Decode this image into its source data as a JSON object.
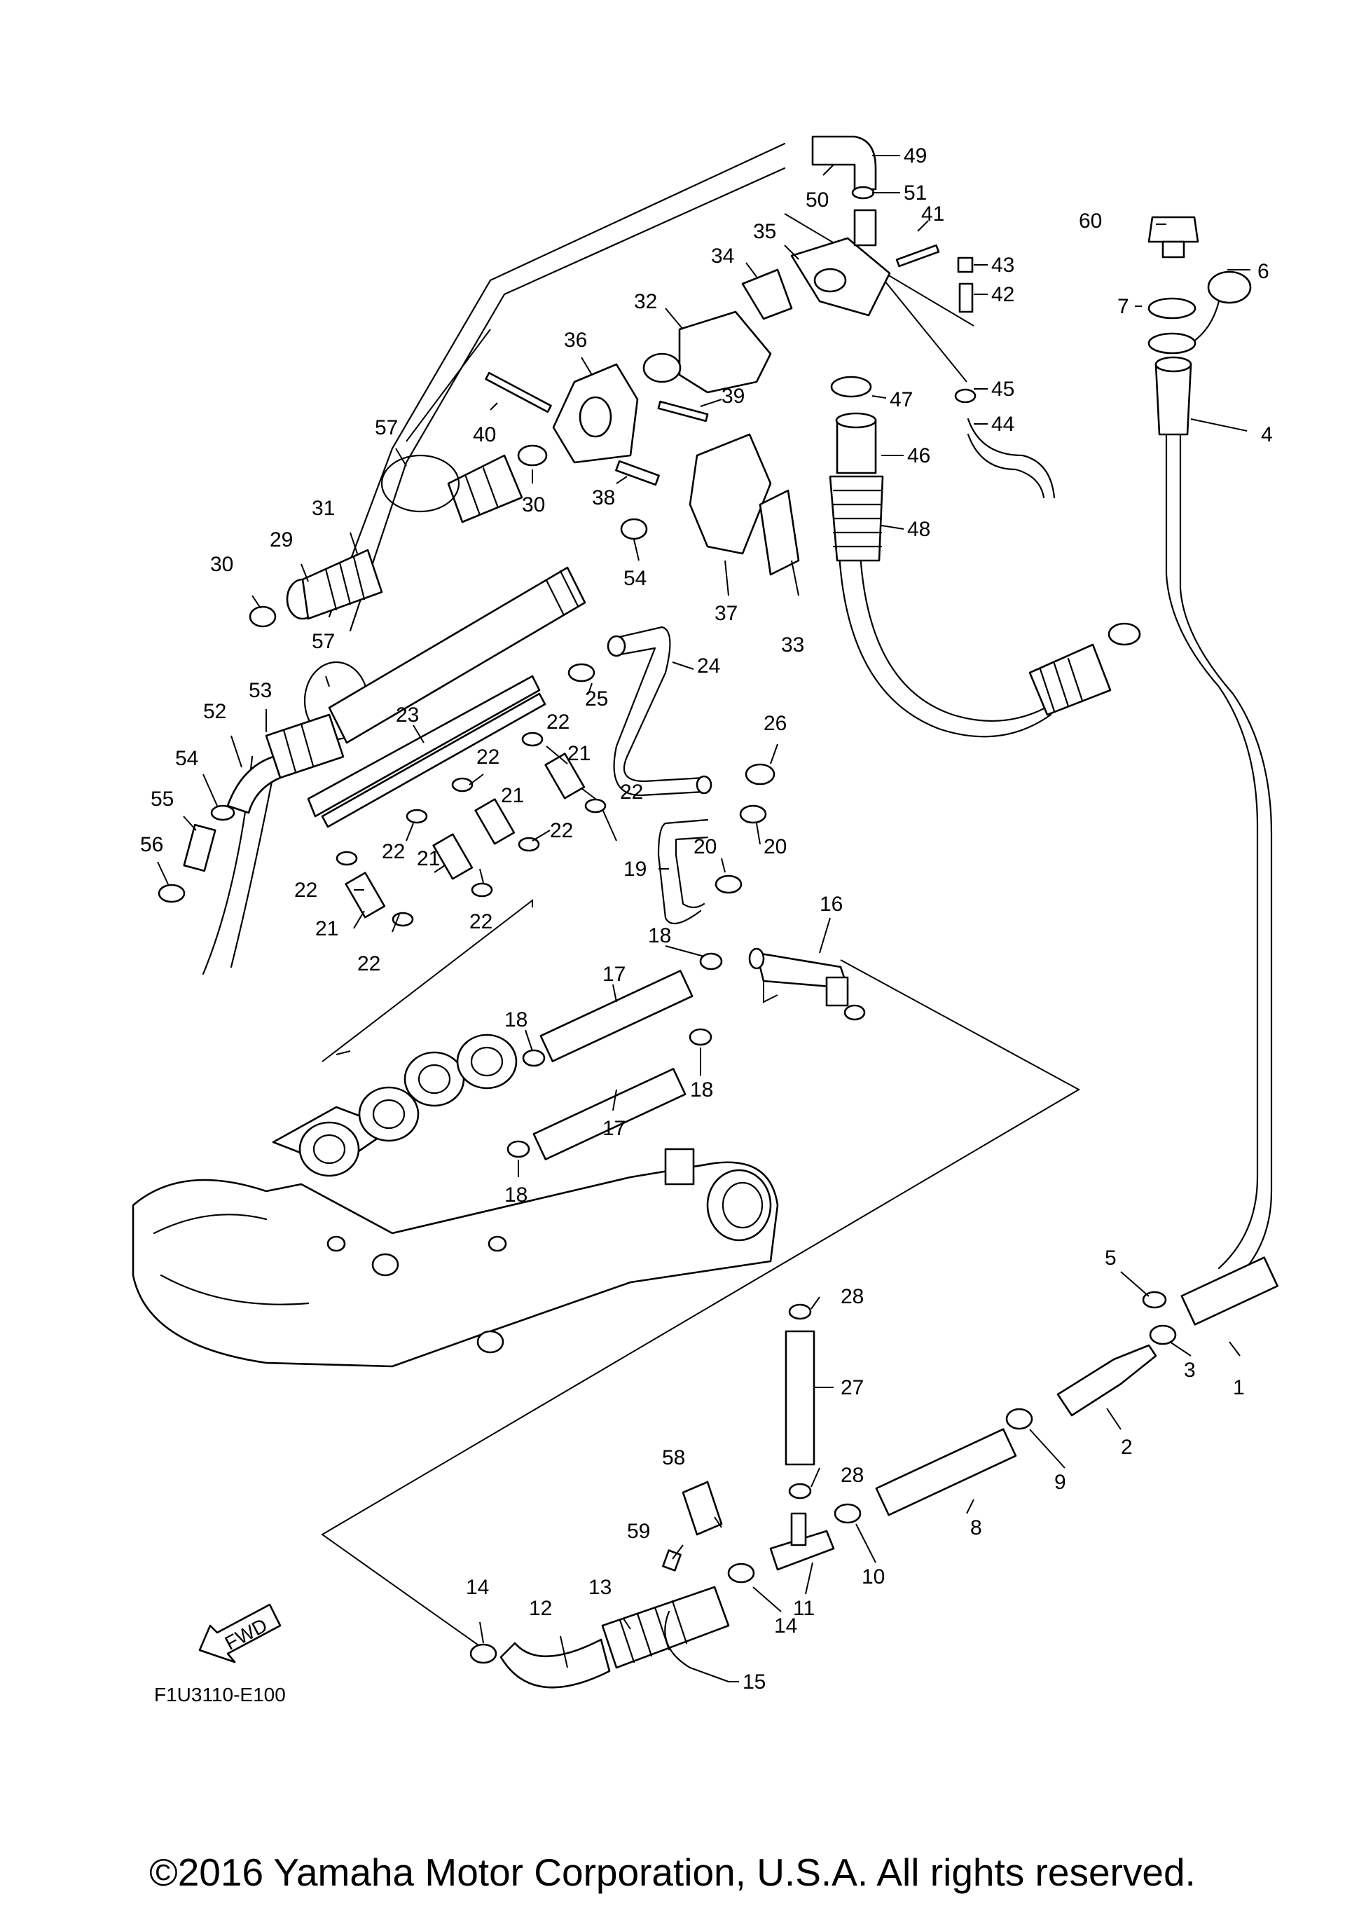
{
  "callouts": [
    {
      "num": "1"
    },
    {
      "num": "2"
    },
    {
      "num": "3"
    },
    {
      "num": "4"
    },
    {
      "num": "5"
    },
    {
      "num": "6"
    },
    {
      "num": "7"
    },
    {
      "num": "8"
    },
    {
      "num": "9"
    },
    {
      "num": "10"
    },
    {
      "num": "11"
    },
    {
      "num": "12"
    },
    {
      "num": "13"
    },
    {
      "num": "14"
    },
    {
      "num": "14"
    },
    {
      "num": "15"
    },
    {
      "num": "16"
    },
    {
      "num": "17"
    },
    {
      "num": "17"
    },
    {
      "num": "18"
    },
    {
      "num": "18"
    },
    {
      "num": "18"
    },
    {
      "num": "18"
    },
    {
      "num": "19"
    },
    {
      "num": "20"
    },
    {
      "num": "20"
    },
    {
      "num": "21"
    },
    {
      "num": "21"
    },
    {
      "num": "21"
    },
    {
      "num": "21"
    },
    {
      "num": "22"
    },
    {
      "num": "22"
    },
    {
      "num": "22"
    },
    {
      "num": "22"
    },
    {
      "num": "22"
    },
    {
      "num": "22"
    },
    {
      "num": "22"
    },
    {
      "num": "23"
    },
    {
      "num": "24"
    },
    {
      "num": "25"
    },
    {
      "num": "26"
    },
    {
      "num": "27"
    },
    {
      "num": "28"
    },
    {
      "num": "28"
    },
    {
      "num": "29"
    },
    {
      "num": "30"
    },
    {
      "num": "30"
    },
    {
      "num": "31"
    },
    {
      "num": "32"
    },
    {
      "num": "33"
    },
    {
      "num": "34"
    },
    {
      "num": "35"
    },
    {
      "num": "36"
    },
    {
      "num": "37"
    },
    {
      "num": "38"
    },
    {
      "num": "39"
    },
    {
      "num": "40"
    },
    {
      "num": "41"
    },
    {
      "num": "42"
    },
    {
      "num": "43"
    },
    {
      "num": "44"
    },
    {
      "num": "45"
    },
    {
      "num": "46"
    },
    {
      "num": "47"
    },
    {
      "num": "48"
    },
    {
      "num": "49"
    },
    {
      "num": "50"
    },
    {
      "num": "51"
    },
    {
      "num": "52"
    },
    {
      "num": "53"
    },
    {
      "num": "54"
    },
    {
      "num": "54"
    },
    {
      "num": "55"
    },
    {
      "num": "56"
    },
    {
      "num": "57"
    },
    {
      "num": "57"
    },
    {
      "num": "58"
    },
    {
      "num": "59"
    },
    {
      "num": "60"
    }
  ],
  "fwd_label": "FWD",
  "diagram_ref": "F1U3110-E100",
  "copyright": "©2016 Yamaha Motor Corporation, U.S.A. All rights reserved."
}
